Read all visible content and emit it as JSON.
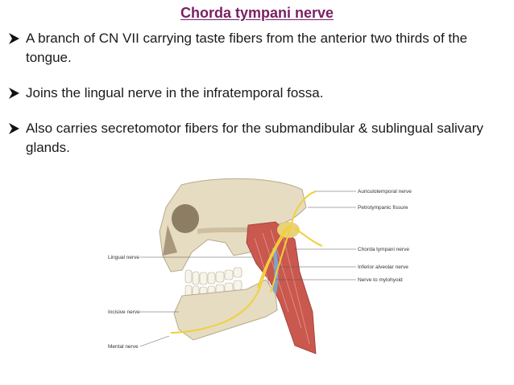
{
  "title": "Chorda tympani nerve",
  "bullets": [
    "A branch of CN VII carrying taste fibers from the anterior two thirds of the tongue.",
    "Joins the lingual nerve in the infratemporal fossa.",
    "Also carries secretomotor fibers for the submandibular & sublingual salivary glands."
  ],
  "figure": {
    "labels": {
      "auriculotemporal": "Auriculotemporal nerve",
      "petrotympanic": "Petrotympanic fissure",
      "lingual": "Lingual nerve",
      "chorda_tympani": "Chorda tympani nerve",
      "inferior_alveolar": "Inferior alveolar nerve",
      "mylohyoid": "Nerve to mylohyoid",
      "incisive": "Incisive nerve",
      "mental": "Mental nerve"
    }
  },
  "colors": {
    "title": "#7a1f63",
    "bone": "#e6dcc2",
    "muscle": "#c9584f",
    "nerve": "#f2cf3a"
  }
}
